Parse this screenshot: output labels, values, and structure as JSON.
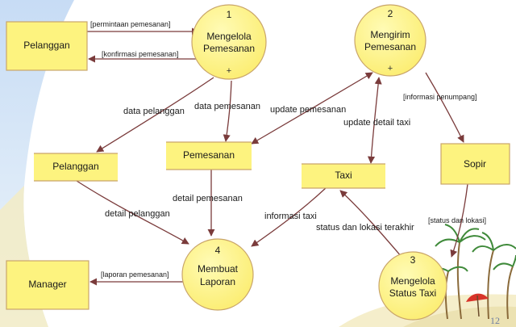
{
  "entities": {
    "pelanggan_ext": "Pelanggan",
    "manager": "Manager",
    "sopir": "Sopir"
  },
  "stores": {
    "pelanggan": "Pelanggan",
    "pemesanan": "Pemesanan",
    "taxi": "Taxi"
  },
  "processes": {
    "p1": {
      "number": "1",
      "line1": "Mengelola",
      "line2": "Pemesanan",
      "marker": "+"
    },
    "p2": {
      "number": "2",
      "line1": "Mengirim",
      "line2": "Pemesanan",
      "marker": "+"
    },
    "p3": {
      "number": "3",
      "line1": "Mengelola",
      "line2": "Status Taxi"
    },
    "p4": {
      "number": "4",
      "line1": "Membuat",
      "line2": "Laporan"
    }
  },
  "flows": {
    "permintaan": "[permintaan pemesanan]",
    "konfirmasi": "[konfirmasi pemesanan]",
    "data_pelanggan": "data pelanggan",
    "data_pemesanan": "data pemesanan",
    "update_pemesanan": "update pemesanan",
    "update_taxi": "update detail taxi",
    "info_penumpang": "[informasi penumpang]",
    "detail_pemesanan": "detail pemesanan",
    "detail_pelanggan": "detail pelanggan",
    "informasi_taxi": "informasi taxi",
    "status_lokasi_terakhir": "status dan lokasi terakhir",
    "status_lokasi": "[status dan lokasi]",
    "laporan": "[laporan pemesanan]"
  },
  "slide_number": "12",
  "colors": {
    "node_fill": "#fdf37f",
    "node_stroke": "#c9a56a",
    "arrow": "#7a3b3b",
    "sky_top": "#c9ddf4",
    "sand": "#f3ecc4"
  }
}
